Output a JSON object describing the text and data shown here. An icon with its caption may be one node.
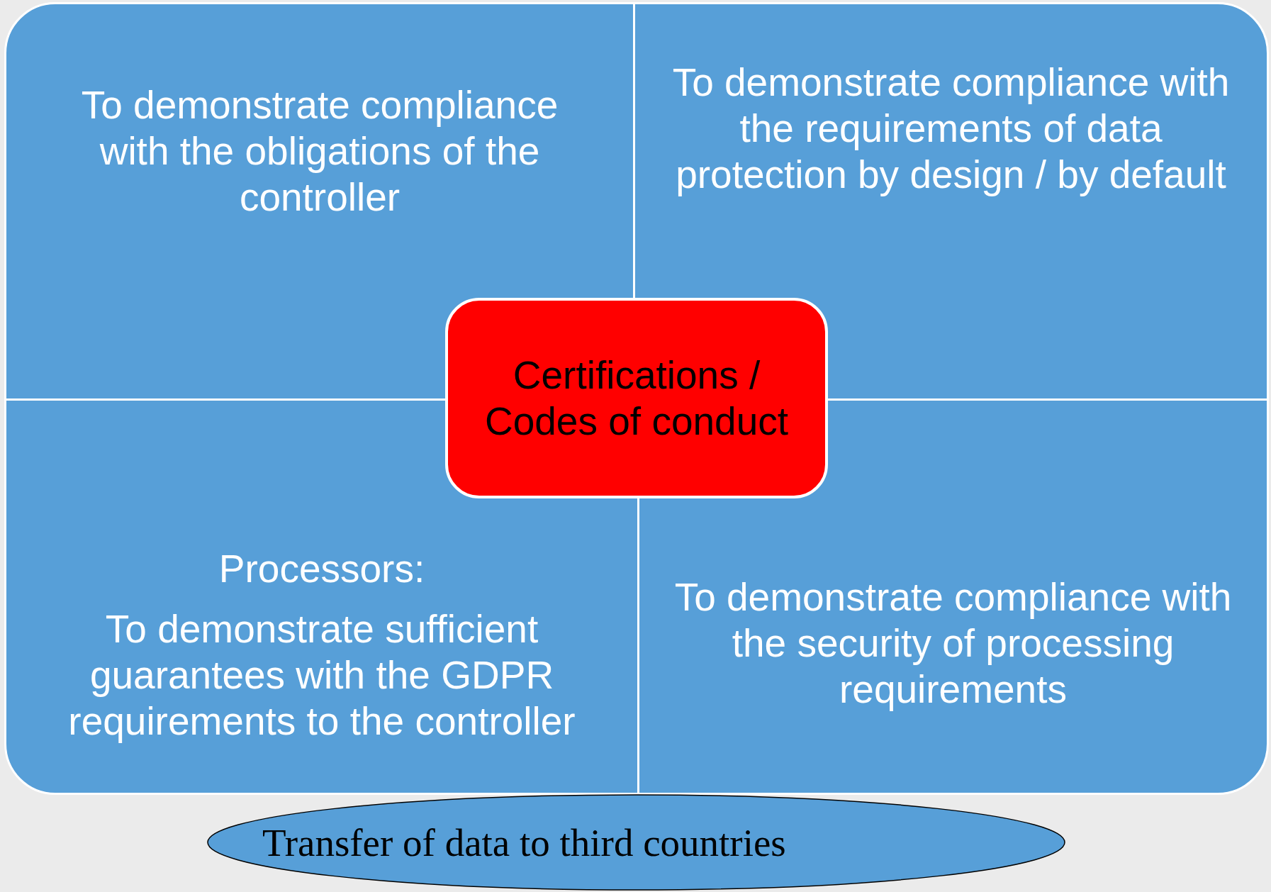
{
  "diagram": {
    "nodes": [
      {
        "text": [
          "To demonstrate compliance with the obligations of the controller"
        ]
      },
      {
        "text": [
          "To demonstrate compliance with the requirements of data protection by design / by default"
        ]
      },
      {
        "text": [
          "Certifications / Codes of conduct"
        ]
      },
      {
        "text": [
          "Processors:",
          "To demonstrate sufficient guarantees with the GDPR requirements to the controller"
        ]
      },
      {
        "text": [
          "To demonstrate compliance with the security of processing requirements"
        ]
      },
      {
        "text": [
          "Transfer of data to third countries"
        ]
      }
    ]
  }
}
